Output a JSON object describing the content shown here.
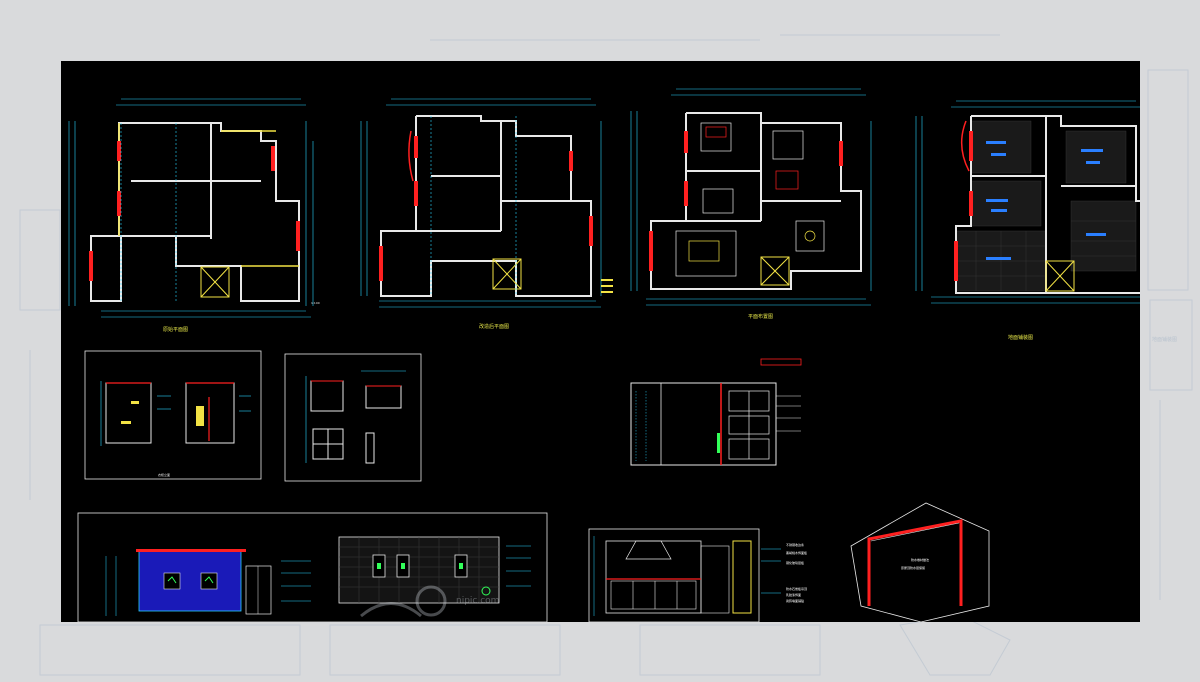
{
  "colors": {
    "background": "#000000",
    "frame": "#d9dadc",
    "wall": "#e8e8e8",
    "red": "#ff2020",
    "cyan": "#2ad4ff",
    "yellow": "#f2e244",
    "blue": "#2050ff",
    "green": "#32ff5a"
  },
  "plans": [
    {
      "caption": "原始平面图"
    },
    {
      "caption": "改造后平面图"
    },
    {
      "caption": "平面布置图"
    },
    {
      "caption": "地面铺装图"
    }
  ],
  "scale_note": "1:100",
  "ghost_caption": "地面铺装图",
  "wardrobe_label": "衣柜立面",
  "notes": [
    "不锈钢收边条",
    "黑胡桃木饰面板",
    "钢化玻璃层板",
    "防水石膏板吊顶",
    "乳胶漆饰面",
    "瓷砖墙面铺贴"
  ],
  "roof_note": "防水卷材做法",
  "roof_note2": "原屋顶防水层保留",
  "watermark": "nipic.com"
}
